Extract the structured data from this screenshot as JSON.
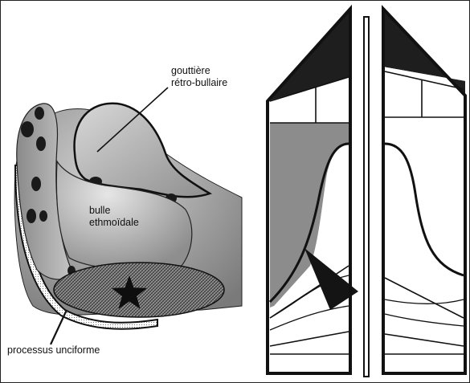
{
  "figure": {
    "labels": {
      "gouttiere_line1": "gouttière",
      "gouttiere_line2": "rétro-bullaire",
      "bulle_line1": "bulle",
      "bulle_line2": "ethmoïdale",
      "processus": "processus unciforme"
    },
    "colors": {
      "ink": "#111111",
      "dark_fill": "#1f1f1f",
      "mid_gray": "#8c8c8c",
      "light_gray": "#dcdcdc",
      "background": "#ffffff"
    }
  }
}
